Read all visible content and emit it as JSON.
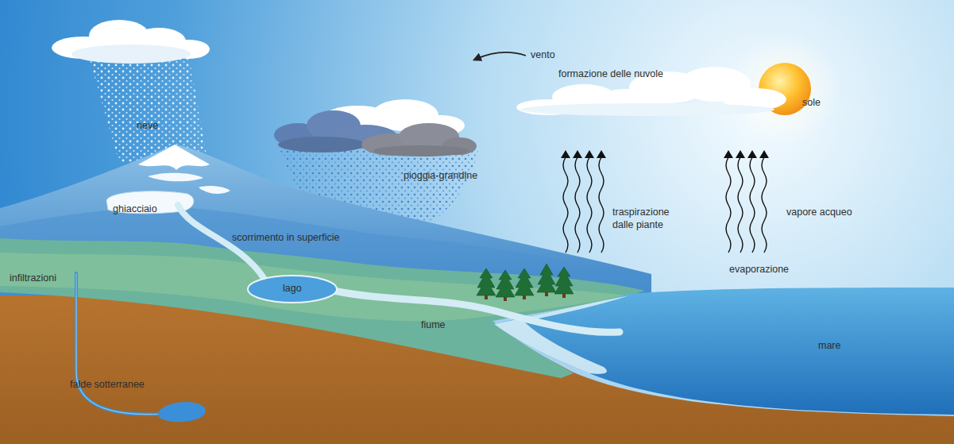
{
  "diagram": {
    "labels": [
      "vento",
      "formazione delle nuvole",
      "sole",
      "neve",
      "pioggia-grandine",
      "ghiacciaio",
      "traspirazione dalle piante",
      "vapore acqueo",
      "scorrimento in superficie",
      "evaporazione",
      "infiltrazioni",
      "lago",
      "fiume",
      "mare",
      "falde sotterranee"
    ]
  }
}
